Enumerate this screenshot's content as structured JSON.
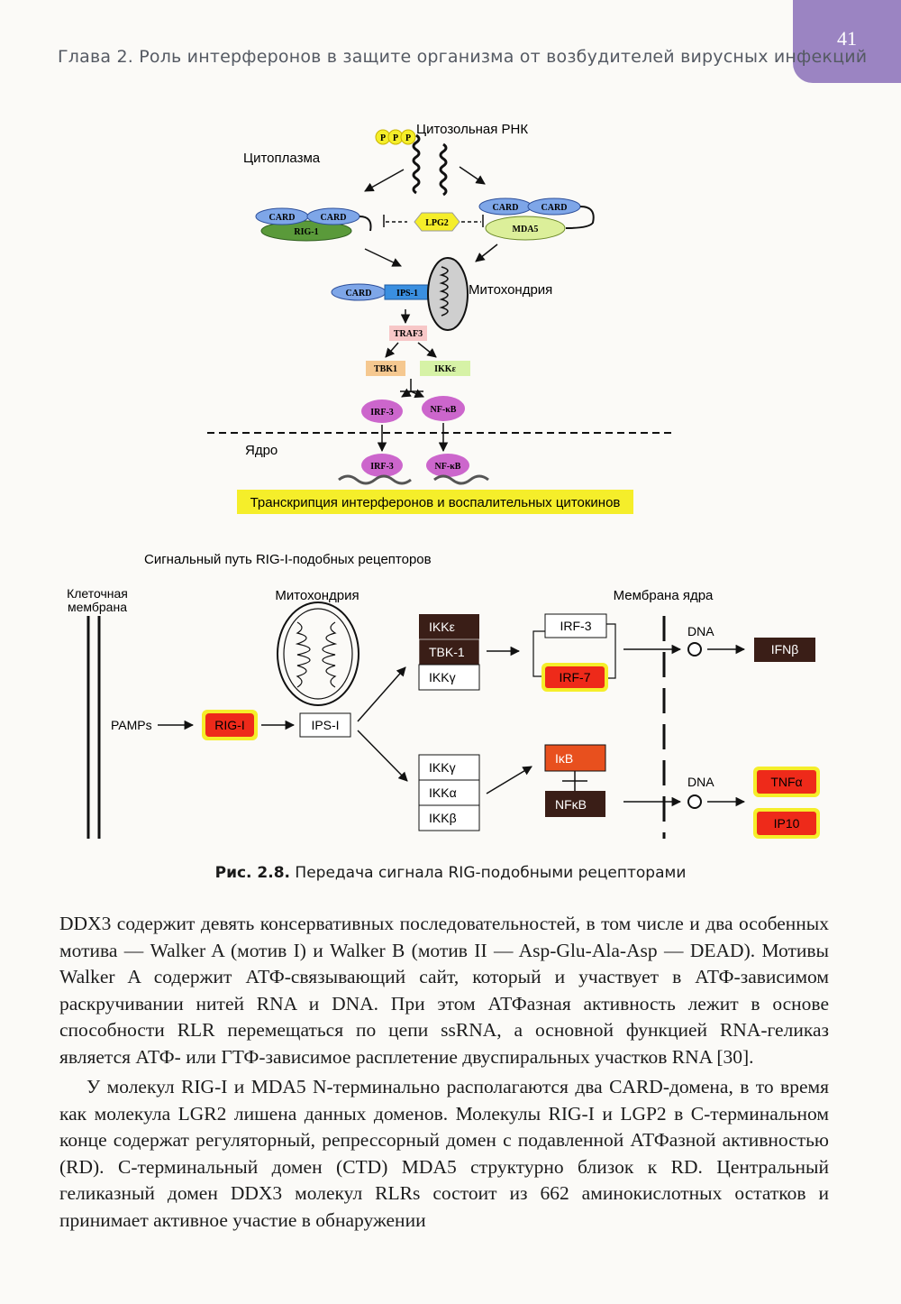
{
  "header": {
    "running_title": "Глава 2. Роль интерферонов в защите организма от возбудителей вирусных инфекций",
    "page_number": "41"
  },
  "figure_top": {
    "rna_label": "Цитозольная РНК",
    "ppp": [
      "P",
      "P",
      "P"
    ],
    "cytoplasm": "Цитоплазма",
    "card": "CARD",
    "rig1": "RIG-1",
    "lpg2": "LPG2",
    "mda5": "MDA5",
    "ips1": "IPS-1",
    "mitochondria": "Митохондрия",
    "traf3": "TRAF3",
    "tbk1": "TBK1",
    "ikke": "IKKε",
    "irf3": "IRF-3",
    "nfkb": "NF-κB",
    "nucleus": "Ядро",
    "transcription": "Транскрипция интерферонов и воспалительных цитокинов"
  },
  "figure_bottom": {
    "title": "Сигнальный путь RIG-I-подобных рецепторов",
    "membrane": [
      "Клеточная",
      "мембрана"
    ],
    "mitochondria": "Митохондрия",
    "nuclear_membrane": "Мембрана ядра",
    "pamps": "PAMPs",
    "rigi": "RIG-I",
    "ipsi": "IPS-I",
    "upper_complex": [
      "IKKε",
      "TBK-1",
      "IKKγ"
    ],
    "lower_complex": [
      "IKKγ",
      "IKKα",
      "IKKβ"
    ],
    "irf3": "IRF-3",
    "irf7": "IRF-7",
    "ikb": "IκB",
    "nfkb": "NFκB",
    "dna": "DNA",
    "ifnb": "IFNβ",
    "tnfa": "TNFα",
    "ip10": "IP10"
  },
  "caption": {
    "label": "Рис. 2.8.",
    "text": " Передача сигнала RIG-подобными рецепторами"
  },
  "body": {
    "p1": "DDX3 содержит девять консервативных последовательностей, в том числе и два особенных мотива — Walker A (мотив I) и Walker B (мотив II — Asp-Glu-Ala-Asp — DEAD). Мотивы Walker A содержит АТФ-связывающий сайт, который и участвует в АТФ-зависимом раскручивании нитей RNA и DNA. При этом АТФазная активность лежит в основе способности RLR перемещаться по цепи ssRNA, а основной функцией RNA-геликаз является АТФ- или ГТФ-зависимое расплетение двуспиральных участков RNA [30].",
    "p2": "У молекул RIG-I и MDA5 N-терминально располагаются два CARD-домена, в то время как молекула LGR2 лишена данных доменов. Молекулы RIG-I и LGP2 в C-терминальном конце содержат регуляторный, репрессорный домен с подавленной АТФазной активностью (RD). C-терминальный домен (CTD) MDA5 структурно близок к RD. Центральный геликазный домен DDX3 молекул RLRs состоит из 662 аминокислотных остатков и принимает активное участие в обнаружении"
  },
  "colors": {
    "tab": "#9b84c2",
    "card_blue": "#7ea6e8",
    "rig_green": "#5a9a3a",
    "yellow": "#f5ee2a",
    "mda5_green": "#dcef9a",
    "ips_blue": "#3a8fe0",
    "traf3_pink": "#f7c7c7",
    "tbk1_orange": "#f5c890",
    "ikke_green": "#d6f2a6",
    "magenta": "#cc66cc",
    "dark_brown": "#3a1e17",
    "red": "#ee2a1a",
    "ikb_orange": "#e8501e"
  }
}
